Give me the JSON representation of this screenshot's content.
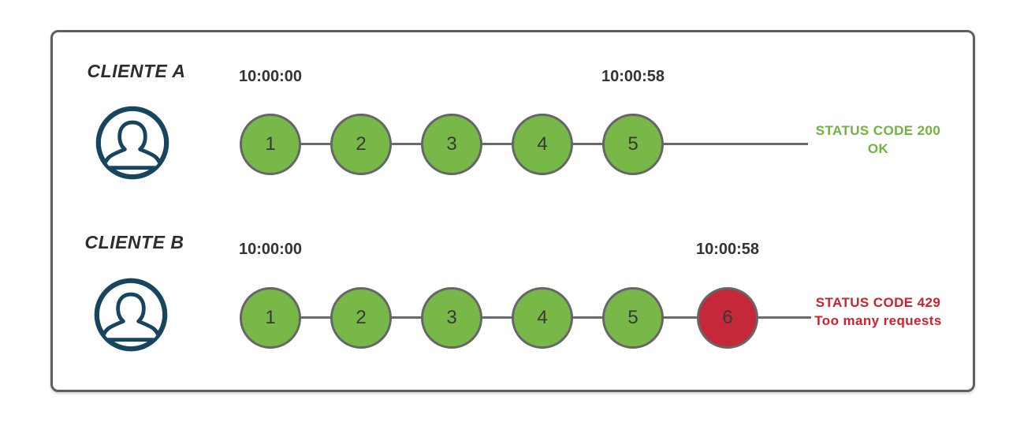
{
  "panel": {
    "background": "#ffffff",
    "border_color": "#5e5e5e"
  },
  "colors": {
    "ok_circle_fill": "#77b848",
    "blocked_circle_fill": "#c52838",
    "circle_border": "#666666",
    "timeline": "#6b6b6b",
    "ok_status_text": "#6fb43e",
    "blocked_status_text": "#cf202b",
    "avatar_stroke": "#17445e",
    "label_text": "#2d2d2d"
  },
  "clients": [
    {
      "name": "CLIENTE A",
      "avatar_icon": "user-avatar-icon",
      "start_time": "10:00:00",
      "end_time": "10:00:58",
      "requests": [
        {
          "label": "1",
          "state": "ok"
        },
        {
          "label": "2",
          "state": "ok"
        },
        {
          "label": "3",
          "state": "ok"
        },
        {
          "label": "4",
          "state": "ok"
        },
        {
          "label": "5",
          "state": "ok"
        }
      ],
      "status": {
        "line1": "STATUS CODE 200",
        "line2": "OK"
      }
    },
    {
      "name": "CLIENTE B",
      "avatar_icon": "user-avatar-icon",
      "start_time": "10:00:00",
      "end_time": "10:00:58",
      "requests": [
        {
          "label": "1",
          "state": "ok"
        },
        {
          "label": "2",
          "state": "ok"
        },
        {
          "label": "3",
          "state": "ok"
        },
        {
          "label": "4",
          "state": "ok"
        },
        {
          "label": "5",
          "state": "ok"
        },
        {
          "label": "6",
          "state": "blocked"
        }
      ],
      "status": {
        "line1": "STATUS CODE 429",
        "line2": "Too many requests"
      }
    }
  ]
}
